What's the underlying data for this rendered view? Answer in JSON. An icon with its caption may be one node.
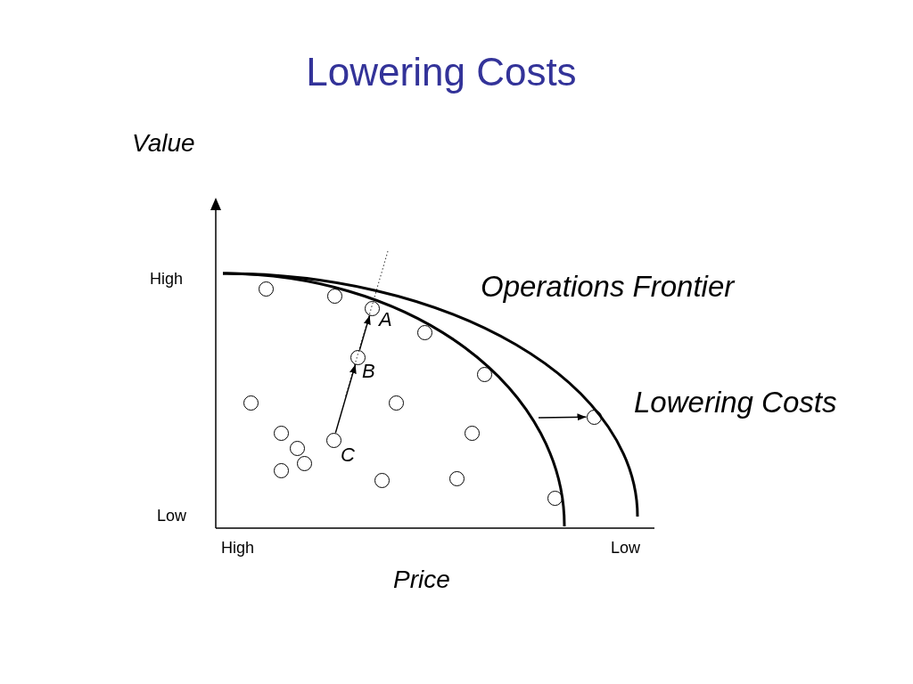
{
  "diagram": {
    "title": "Lowering Costs",
    "nodes": [
      {
        "text": [],
        "shape": "circle"
      },
      {
        "text": [],
        "shape": "circle"
      },
      {
        "text": [],
        "shape": "circle",
        "beside": [
          "A"
        ]
      },
      {
        "text": [],
        "shape": "circle"
      },
      {
        "text": [],
        "shape": "circle",
        "beside": [
          "B"
        ]
      },
      {
        "text": [],
        "shape": "circle"
      },
      {
        "text": [],
        "shape": "circle"
      },
      {
        "text": [],
        "shape": "circle"
      },
      {
        "text": [],
        "shape": "circle"
      },
      {
        "text": [],
        "shape": "circle"
      },
      {
        "text": [],
        "shape": "circle"
      },
      {
        "text": [],
        "shape": "circle",
        "beside": [
          "C"
        ]
      },
      {
        "text": [],
        "shape": "circle"
      },
      {
        "text": [],
        "shape": "circle"
      },
      {
        "text": [],
        "shape": "circle"
      },
      {
        "text": [],
        "shape": "circle"
      },
      {
        "text": [],
        "shape": "circle"
      },
      {
        "text": [],
        "shape": "circle"
      }
    ],
    "edges": [
      {
        "from": 11,
        "to": 4,
        "arrow": "to"
      },
      {
        "from": 4,
        "to": 2,
        "arrow": "to"
      },
      {
        "from": null,
        "to": 8,
        "arrow": "to"
      }
    ],
    "labels": [
      "Value",
      "High",
      "Operations Frontier",
      "Lowering Costs",
      "Low",
      "High",
      "Low",
      "Price"
    ]
  }
}
